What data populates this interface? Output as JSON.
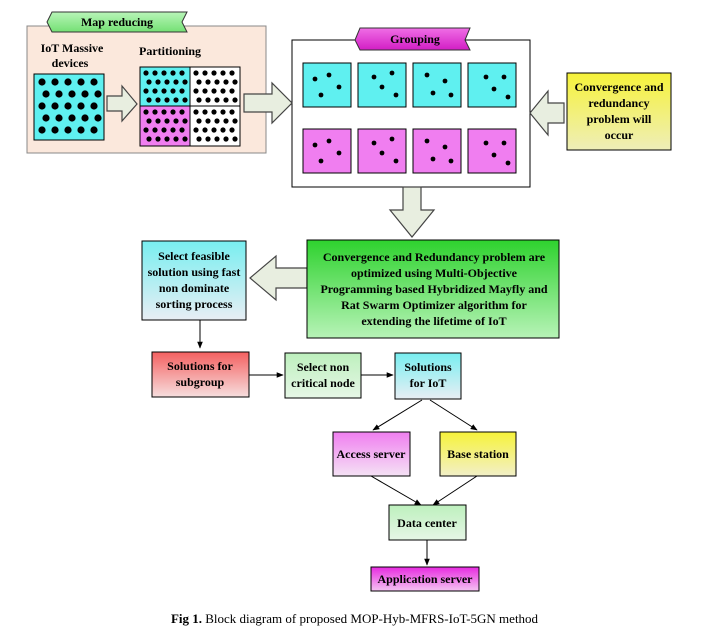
{
  "map_reducing": {
    "title": "Map reducing",
    "iot_label_1": "IoT Massive",
    "iot_label_2": "devices",
    "partitioning": "Partitioning"
  },
  "grouping": {
    "title": "Grouping"
  },
  "convergence_note": {
    "line1": "Convergence and",
    "line2": "redundancy",
    "line3": "problem will",
    "line4": "occur"
  },
  "optimizer": {
    "line1": "Convergence and Redundancy problem are",
    "line2": "optimized using Multi-Objective",
    "line3": "Programming based Hybridized Mayfly and",
    "line4": "Rat Swarm Optimizer algorithm for",
    "line5": "extending the lifetime of IoT"
  },
  "select_feasible": {
    "line1": "Select feasible",
    "line2": "solution using fast",
    "line3": "non dominate",
    "line4": "sorting process"
  },
  "solutions_subgroup": {
    "line1": "Solutions for",
    "line2": "subgroup"
  },
  "select_noncritical": {
    "line1": "Select non",
    "line2": "critical node"
  },
  "solutions_iot": {
    "line1": "Solutions",
    "line2": "for IoT"
  },
  "access_server": "Access server",
  "base_station": "Base station",
  "data_center": "Data center",
  "application_server": "Application server",
  "caption": {
    "prefix": "Fig 1.",
    "text": " Block diagram of proposed MOP-Hyb-MFRS-IoT-5GN method"
  },
  "colors": {
    "cyan": "#5ff0f0",
    "magenta": "#f07ef0",
    "peach": "#fbe8dc",
    "green_banner": "#a8f0a8",
    "grouping_banner": "#e040c8"
  }
}
